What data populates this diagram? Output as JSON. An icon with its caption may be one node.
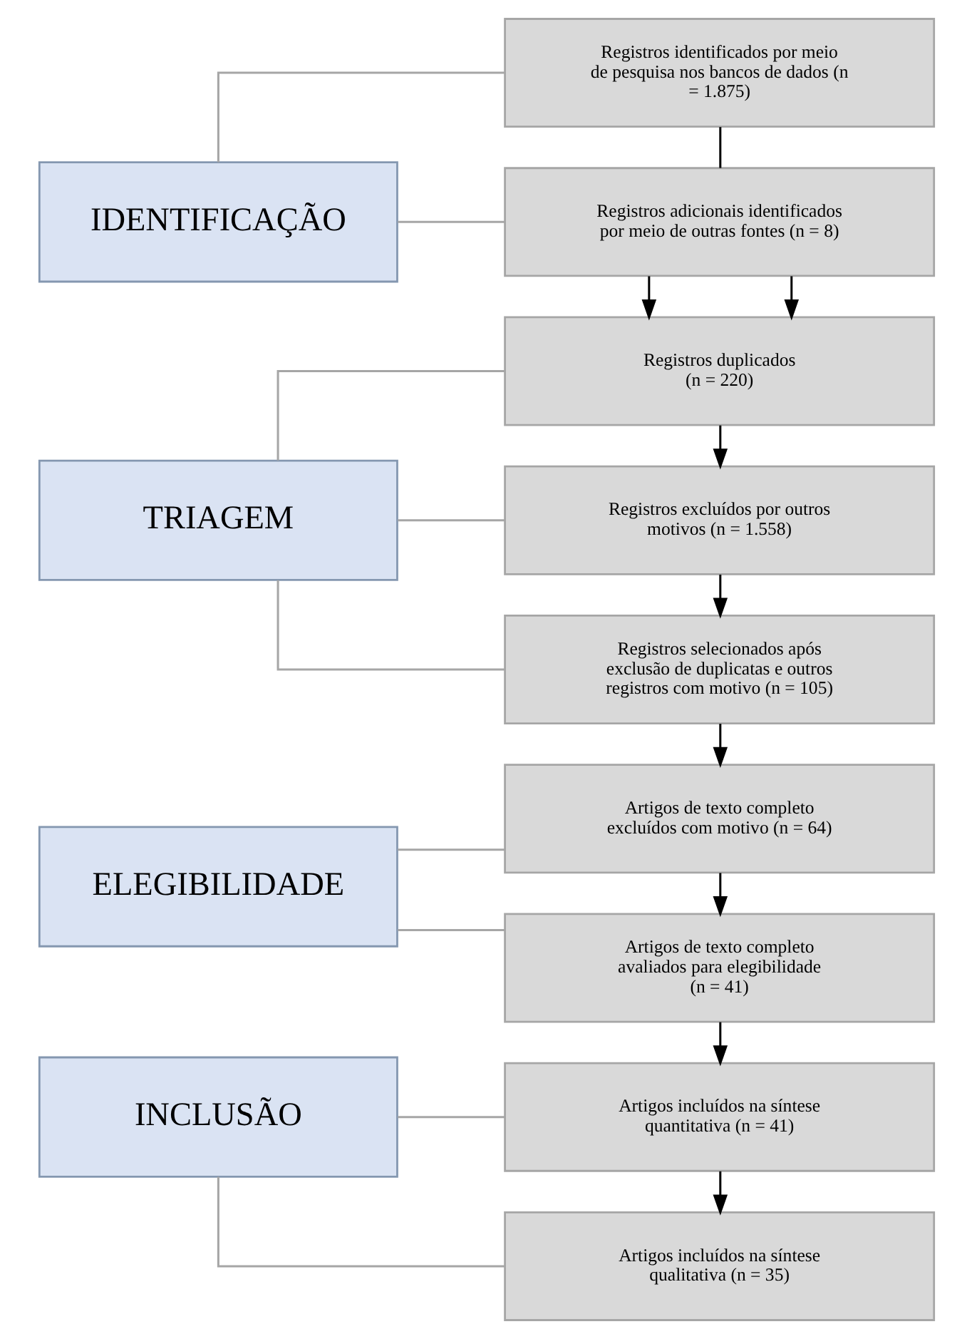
{
  "diagram": {
    "nodes": [
      {
        "text": [
          "IDENTIFICAÇÃO"
        ]
      },
      {
        "text": [
          "Registros identificados por meio de pesquisa nos bancos de dados (n = 1.875)"
        ]
      },
      {
        "text": [
          "Registros adicionais identificados por meio de outras fontes (n = 8)"
        ]
      },
      {
        "text": [
          "TRIAGEM"
        ]
      },
      {
        "text": [
          "Registros duplicados",
          "(n = 220)"
        ]
      },
      {
        "text": [
          "Registros excluídos por outros motivos (n = 1.558)"
        ]
      },
      {
        "text": [
          "Registros selecionados após exclusão de duplicatas e outros registros com motivo (n = 105)"
        ]
      },
      {
        "text": [
          "ELEGIBILIDADE"
        ]
      },
      {
        "text": [
          "Artigos de texto completo excluídos com motivo (n = 64)"
        ]
      },
      {
        "text": [
          "Artigos de texto completo avaliados para elegibilidade",
          "(n = 41)"
        ]
      },
      {
        "text": [
          "INCLUSÃO"
        ]
      },
      {
        "text": [
          "Artigos incluídos na síntese quantitativa (n = 41)"
        ]
      },
      {
        "text": [
          "Artigos incluídos na síntese qualitativa (n = 35)"
        ]
      }
    ],
    "edges": [
      {
        "from": 0,
        "to": 1,
        "arrow": "none"
      },
      {
        "from": 0,
        "to": 2,
        "arrow": "none"
      },
      {
        "from": 1,
        "to": 2,
        "arrow": "none",
        "color": "#000000"
      },
      {
        "from": 2,
        "to": 4,
        "arrow": "to",
        "color": "#000000"
      },
      {
        "from": 2,
        "to": 4,
        "arrow": "to",
        "color": "#000000"
      },
      {
        "from": 3,
        "to": 4,
        "arrow": "none"
      },
      {
        "from": 3,
        "to": 5,
        "arrow": "none"
      },
      {
        "from": 3,
        "to": 6,
        "arrow": "none"
      },
      {
        "from": 4,
        "to": 5,
        "arrow": "to",
        "color": "#000000"
      },
      {
        "from": 5,
        "to": 6,
        "arrow": "to",
        "color": "#000000"
      },
      {
        "from": 6,
        "to": 8,
        "arrow": "to",
        "color": "#000000"
      },
      {
        "from": 7,
        "to": 8,
        "arrow": "none"
      },
      {
        "from": 7,
        "to": 9,
        "arrow": "none"
      },
      {
        "from": 8,
        "to": 9,
        "arrow": "to",
        "color": "#000000"
      },
      {
        "from": 9,
        "to": 11,
        "arrow": "to",
        "color": "#000000"
      },
      {
        "from": 10,
        "to": 11,
        "arrow": "none"
      },
      {
        "from": 10,
        "to": 12,
        "arrow": "none"
      },
      {
        "from": 11,
        "to": 12,
        "arrow": "to",
        "color": "#000000"
      }
    ]
  }
}
